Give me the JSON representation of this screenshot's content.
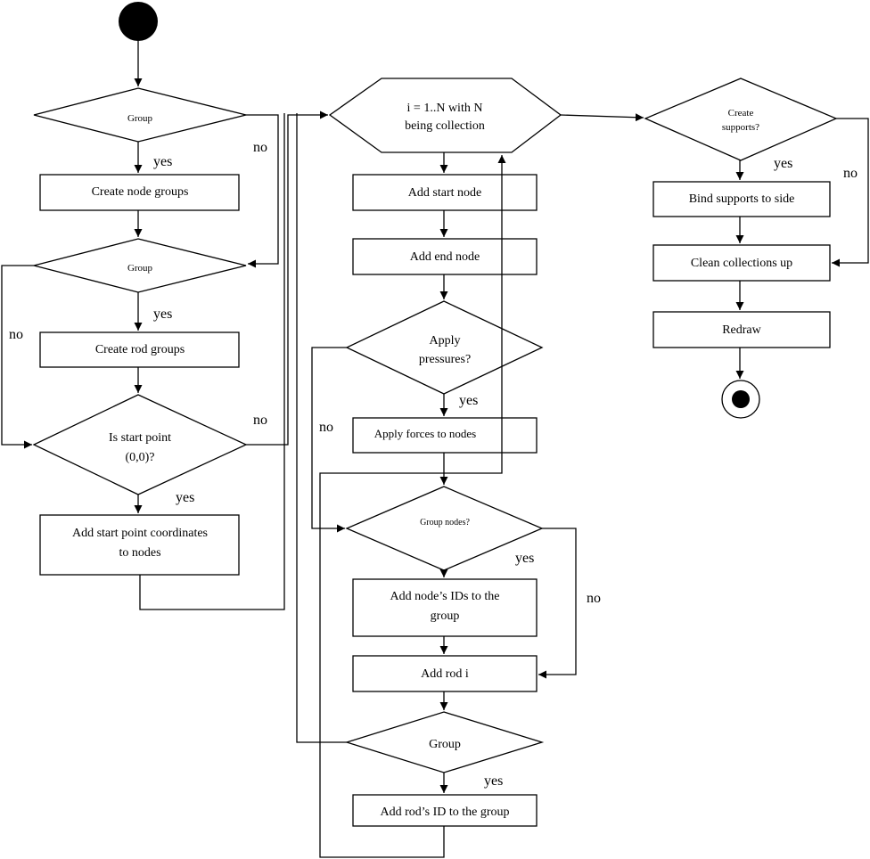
{
  "nodes": {
    "group_1": "Group",
    "create_node_groups": "Create node groups",
    "group_2": "Group",
    "create_rod_groups": "Create rod groups",
    "is_start_point_l1": "Is start point",
    "is_start_point_l2": "(0,0)?",
    "add_start_coords_l1": "Add start point coordinates",
    "add_start_coords_l2": "to nodes",
    "loop_l1": "i = 1..N with N",
    "loop_l2": "being collection",
    "add_start_node": "Add start node",
    "add_end_node": "Add end node",
    "apply_pressures_l1": "Apply",
    "apply_pressures_l2": "pressures?",
    "apply_forces": "Apply forces to nodes",
    "group_nodes": "Group nodes?",
    "add_node_ids_l1": "Add node’s IDs to the",
    "add_node_ids_l2": "group",
    "add_rod": "Add rod i",
    "group_3": "Group",
    "add_rod_id": "Add rod’s ID to the group",
    "create_supports_l1": "Create",
    "create_supports_l2": "supports?",
    "bind_supports": "Bind supports to side",
    "clean_collections": "Clean collections up",
    "redraw": "Redraw"
  },
  "edge_labels": {
    "yes": "yes",
    "no": "no"
  },
  "colors": {
    "stroke": "#000000",
    "fill": "#ffffff",
    "terminal": "#000000"
  }
}
